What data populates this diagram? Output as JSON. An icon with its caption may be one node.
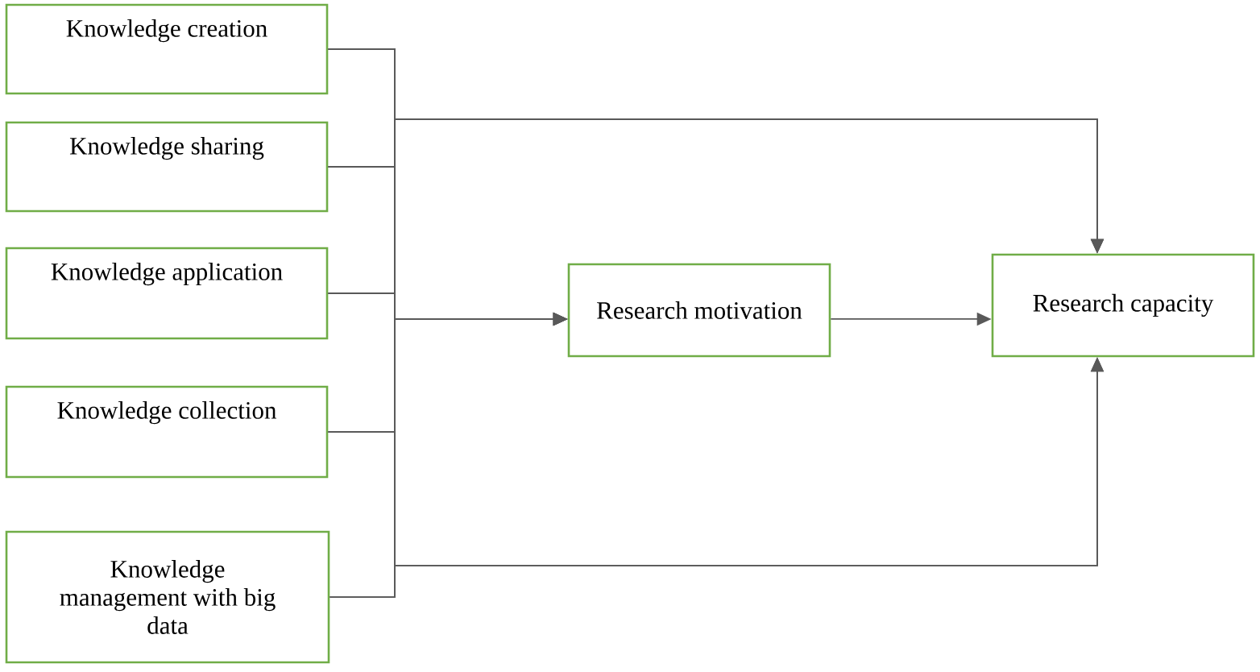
{
  "diagram": {
    "nodes": [
      {
        "text": [
          "Knowledge creation"
        ]
      },
      {
        "text": [
          "Knowledge sharing"
        ]
      },
      {
        "text": [
          "Knowledge application"
        ]
      },
      {
        "text": [
          "Knowledge collection"
        ]
      },
      {
        "text": [
          "Knowledge management with big data"
        ]
      },
      {
        "text": [
          "Research motivation"
        ]
      },
      {
        "text": [
          "Research capacity"
        ]
      }
    ],
    "edges": [
      {
        "from": 0,
        "to": 5,
        "arrow": "to"
      },
      {
        "from": 1,
        "to": 5,
        "arrow": "to"
      },
      {
        "from": 2,
        "to": 5,
        "arrow": "to"
      },
      {
        "from": 3,
        "to": 5,
        "arrow": "to"
      },
      {
        "from": 4,
        "to": 5,
        "arrow": "to"
      },
      {
        "from": 0,
        "to": 6,
        "arrow": "to"
      },
      {
        "from": 1,
        "to": 6,
        "arrow": "to"
      },
      {
        "from": 2,
        "to": 6,
        "arrow": "to"
      },
      {
        "from": 3,
        "to": 6,
        "arrow": "to"
      },
      {
        "from": 4,
        "to": 6,
        "arrow": "to"
      },
      {
        "from": 5,
        "to": 6,
        "arrow": "to"
      }
    ]
  }
}
